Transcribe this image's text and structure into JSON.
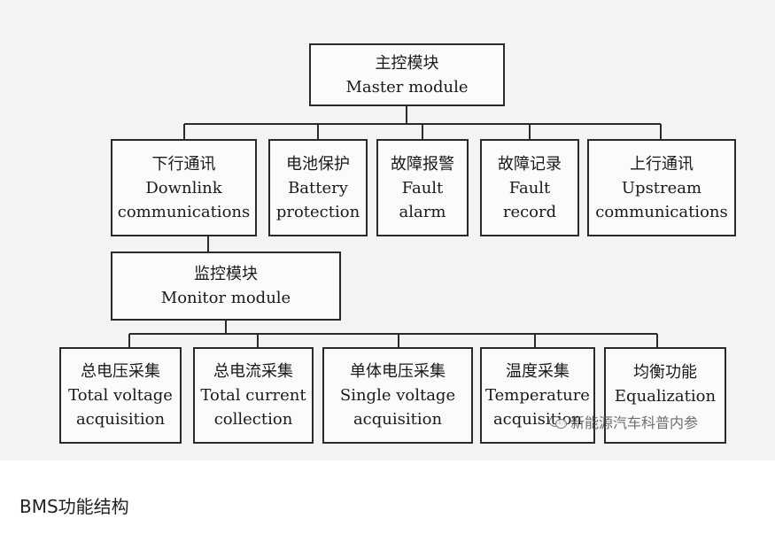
{
  "master": {
    "cn": "主控模块",
    "en": "Master module"
  },
  "row1": [
    {
      "cn": "下行通讯",
      "en1": "Downlink",
      "en2": "communications"
    },
    {
      "cn": "电池保护",
      "en1": "Battery",
      "en2": "protection"
    },
    {
      "cn": "故障报警",
      "en1": "Fault",
      "en2": "alarm"
    },
    {
      "cn": "故障记录",
      "en1": "Fault",
      "en2": "record"
    },
    {
      "cn": "上行通讯",
      "en1": "Upstream",
      "en2": "communications"
    }
  ],
  "monitor": {
    "cn": "监控模块",
    "en": "Monitor module"
  },
  "row2": [
    {
      "cn": "总电压采集",
      "en1": "Total voltage",
      "en2": "acquisition"
    },
    {
      "cn": "总电流采集",
      "en1": "Total current",
      "en2": "collection"
    },
    {
      "cn": "单体电压采集",
      "en1": "Single voltage",
      "en2": "acquisition"
    },
    {
      "cn": "温度采集",
      "en1": "Temperature",
      "en2": "acquisition"
    },
    {
      "cn": "均衡功能",
      "en1": "Equalization",
      "en2": ""
    }
  ],
  "watermark": "新能源汽车科普内参",
  "caption": "BMS功能结构"
}
